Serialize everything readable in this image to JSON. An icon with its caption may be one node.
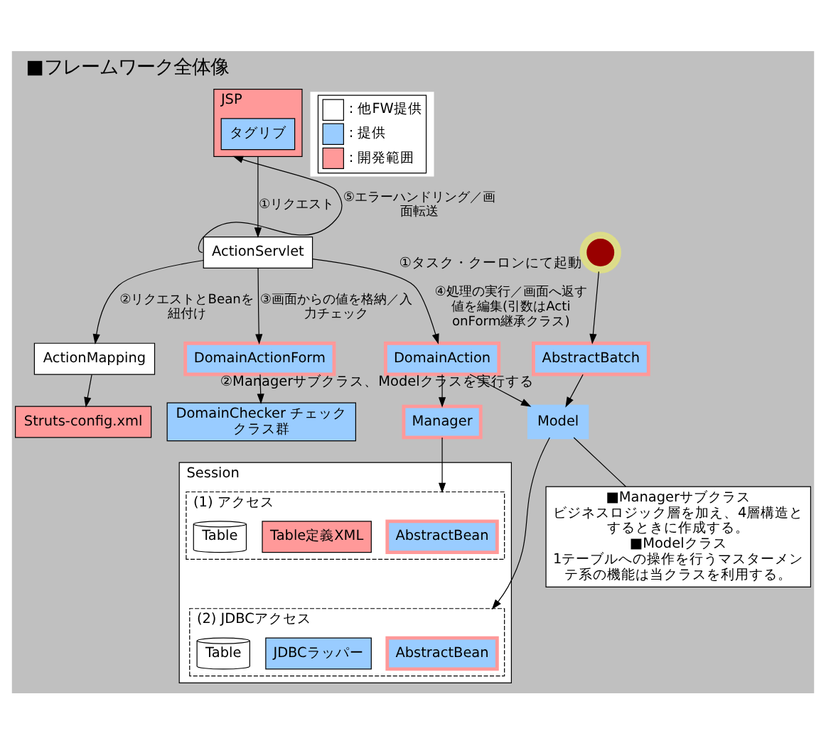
{
  "diagram": {
    "title": "■フレームワーク全体像",
    "nodes": [
      {
        "text": [
          "JSP"
        ]
      },
      {
        "text": [
          "タグリブ"
        ],
        "in": 0
      },
      {
        "text": [
          "ActionServlet"
        ]
      },
      {
        "text": [
          "ActionMapping"
        ]
      },
      {
        "text": [
          "Struts-config.xml"
        ]
      },
      {
        "text": [
          "DomainActionForm"
        ]
      },
      {
        "text": [
          "DomainChecker チェッククラス群"
        ]
      },
      {
        "text": [
          "DomainAction"
        ]
      },
      {
        "text": [
          "Manager"
        ]
      },
      {
        "text": [
          "Model"
        ]
      },
      {
        "text": [
          "Session"
        ]
      },
      {
        "text": [
          "(1) アクセス"
        ],
        "in": 10
      },
      {
        "text": [
          "AbstractBean"
        ],
        "in": 11
      },
      {
        "text": [
          "Table定義XML"
        ],
        "in": 11
      },
      {
        "text": [
          "Table"
        ],
        "in": 11
      },
      {
        "text": [
          "(2) JDBCアクセス"
        ],
        "in": 10
      },
      {
        "text": [
          "AbstractBean"
        ],
        "in": 15
      },
      {
        "text": [
          "JDBCラッパー"
        ],
        "in": 15
      },
      {
        "text": [
          "Table"
        ],
        "in": 15
      },
      {
        "text": [
          "■Managerサブクラス",
          "ビジネスロジック層を加え、4層構造とするときに作成する。",
          "■Modelクラス",
          "1テーブルへの操作を行うマスターメンテ系の機能は当クラスを利用する。"
        ]
      },
      {
        "text": [],
        "shape": "picture",
        "beside": [
          "①タスク・クーロンにて起動"
        ]
      },
      {
        "text": [
          "AbstractBatch"
        ],
        "beside": [
          "②Managerサブクラス、Modelクラスを実行する"
        ]
      }
    ],
    "edges": [
      {
        "from": 0,
        "to": 2,
        "arrow": "to",
        "label": "①リクエスト"
      },
      {
        "from": 2,
        "to": 3,
        "arrow": "to",
        "label": "②リクエストとBeanを紐付け"
      },
      {
        "from": 3,
        "to": 4,
        "arrow": "to"
      },
      {
        "from": 2,
        "to": 5,
        "arrow": "to",
        "label": "③画面からの値を格納／入力チェック"
      },
      {
        "from": 5,
        "to": 6,
        "arrow": "to"
      },
      {
        "from": 2,
        "to": 7,
        "arrow": "to",
        "label": "④処理の実行／画面へ返す値を編集(引数はActionForm継承クラス)"
      },
      {
        "from": 7,
        "to": 8,
        "arrow": "to"
      },
      {
        "from": 7,
        "to": 9,
        "arrow": "to"
      },
      {
        "from": 8,
        "to": 11,
        "arrow": "to"
      },
      {
        "from": 9,
        "to": 15,
        "arrow": "to"
      },
      {
        "from": 2,
        "to": 0,
        "arrow": "to",
        "label": "⑤エラーハンドリング／画面転送"
      },
      {
        "from": 9,
        "to": 19,
        "arrow": "none"
      },
      {
        "from": 20,
        "to": 21,
        "arrow": "to"
      },
      {
        "from": 21,
        "to": 9,
        "arrow": "to"
      }
    ],
    "legend": [
      {
        "text": ": 他FW提供",
        "color": "#ffffff"
      },
      {
        "text": ": 提供",
        "color": "#99ccff"
      },
      {
        "text": ": 開発範囲",
        "color": "#ff9999"
      }
    ]
  }
}
